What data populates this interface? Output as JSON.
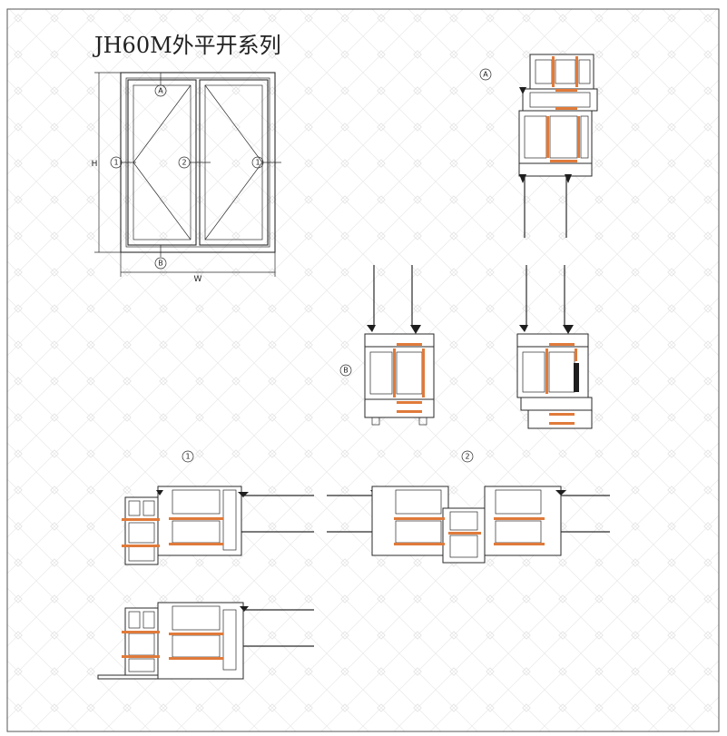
{
  "title": "JH60M外平开系列",
  "dimension_labels": {
    "height": "H",
    "width": "W"
  },
  "callouts": {
    "a": "A",
    "b": "B",
    "one": "1",
    "two": "2"
  },
  "colors": {
    "line": "#2a2a2a",
    "thermal_break": "#e07a3a",
    "pattern": "#e8e8e8",
    "background": "#ffffff"
  }
}
